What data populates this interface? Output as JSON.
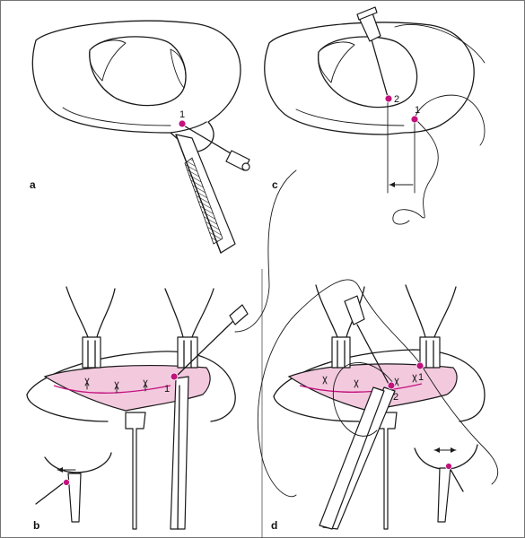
{
  "panels": {
    "a": {
      "label": "a",
      "points": [
        "1"
      ]
    },
    "b": {
      "label": "b",
      "points": [
        "1"
      ]
    },
    "c": {
      "label": "c",
      "points": [
        "2",
        "1"
      ]
    },
    "d": {
      "label": "d",
      "points": [
        "1",
        "2"
      ]
    }
  },
  "colors": {
    "wound_fill": "#f3c9de",
    "suture_point": "#c2127e",
    "line": "#1a1a1a"
  }
}
